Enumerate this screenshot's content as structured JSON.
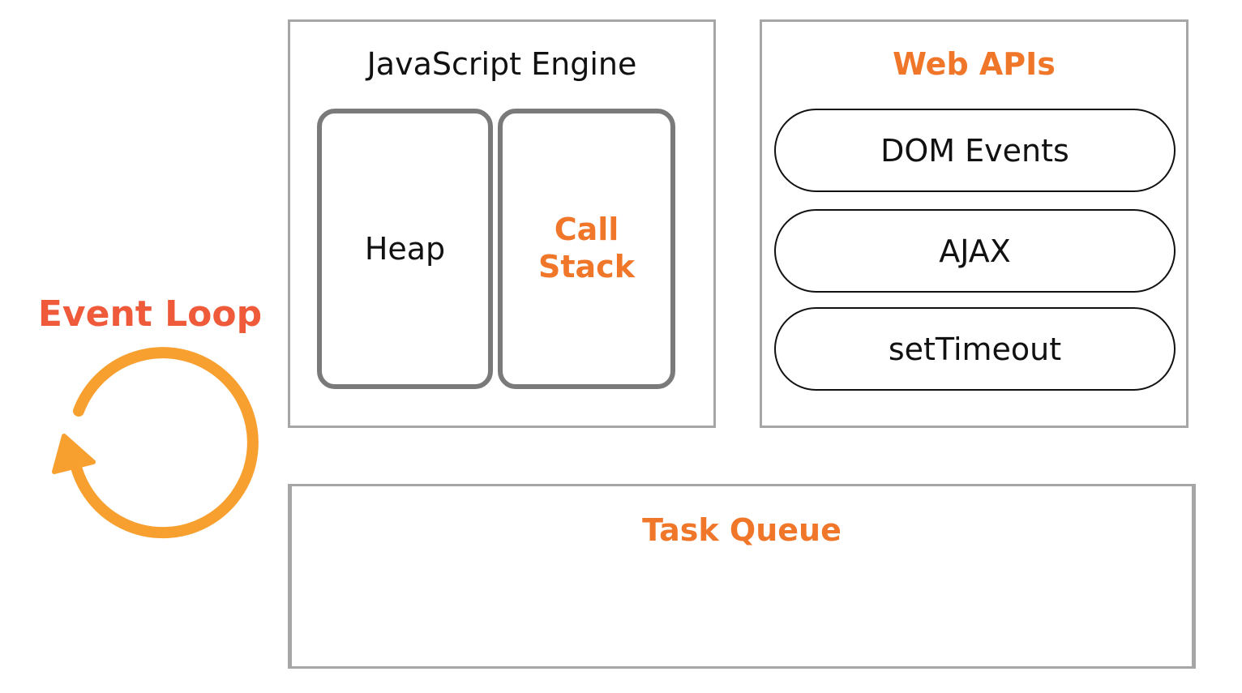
{
  "engine": {
    "title": "JavaScript Engine",
    "heap_label": "Heap",
    "call_stack_label": "Call\nStack"
  },
  "web_apis": {
    "title": "Web APIs",
    "items": [
      "DOM Events",
      "AJAX",
      "setTimeout"
    ]
  },
  "task_queue": {
    "title": "Task Queue"
  },
  "event_loop": {
    "label": "Event Loop",
    "icon": "circular-arrow-icon"
  },
  "colors": {
    "accent_orange": "#f0762a",
    "event_loop_red": "#ee5a3a",
    "loop_arrow": "#f7a030",
    "box_border": "#a6a6a6",
    "inner_border": "#7a7a7a"
  }
}
